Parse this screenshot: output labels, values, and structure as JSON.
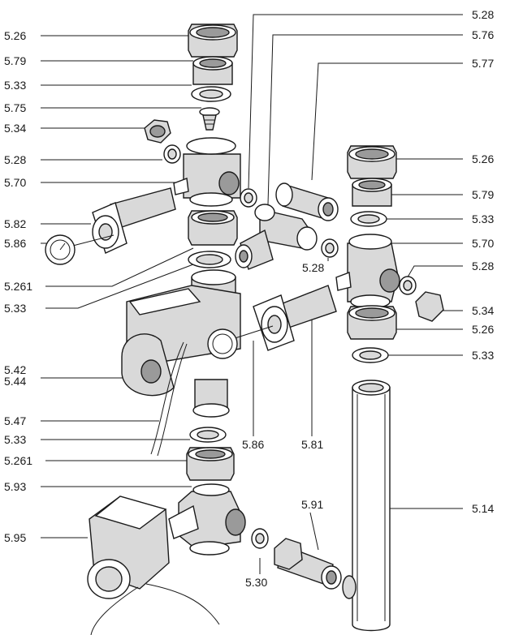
{
  "diagram": {
    "labels": {
      "l_5_26_a": "5.26",
      "l_5_79_a": "5.79",
      "l_5_33_a": "5.33",
      "l_5_75": "5.75",
      "l_5_34_a": "5.34",
      "l_5_28_a": "5.28",
      "l_5_70_a": "5.70",
      "l_5_82": "5.82",
      "l_5_86_a": "5.86",
      "l_5_261_a": "5.261",
      "l_5_33_b": "5.33",
      "l_5_42": "5.42",
      "l_5_44": "5.44",
      "l_5_47": "5.47",
      "l_5_33_c": "5.33",
      "l_5_261_b": "5.261",
      "l_5_93": "5.93",
      "l_5_95": "5.95",
      "l_5_28_top": "5.28",
      "l_5_76": "5.76",
      "l_5_77": "5.77",
      "l_5_26_b": "5.26",
      "l_5_79_b": "5.79",
      "l_5_33_d": "5.33",
      "l_5_70_b": "5.70",
      "l_5_28_b": "5.28",
      "l_5_28_c": "5.28",
      "l_5_34_b": "5.34",
      "l_5_26_c": "5.26",
      "l_5_33_e": "5.33",
      "l_5_14": "5.14",
      "l_5_86_b": "5.86",
      "l_5_81": "5.81",
      "l_5_91": "5.91",
      "l_5_30": "5.30"
    }
  }
}
